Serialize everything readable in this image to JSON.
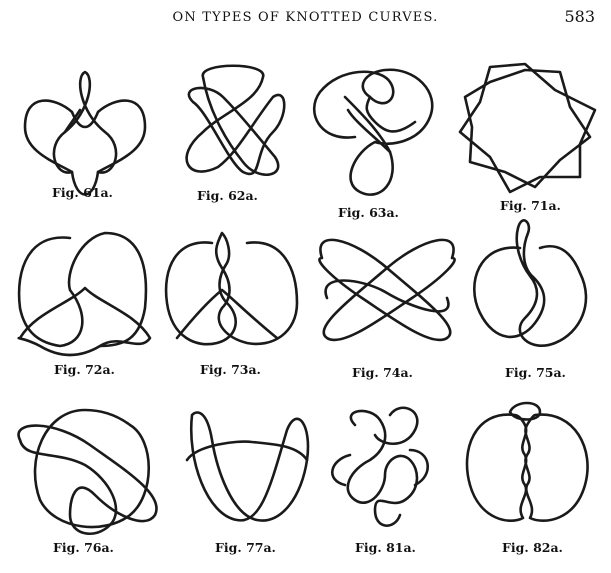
{
  "header": {
    "title": "ON TYPES OF KNOTTED CURVES.",
    "page_number": "583"
  },
  "figures": [
    {
      "label": "Fig. 61a."
    },
    {
      "label": "Fig. 62a."
    },
    {
      "label": "Fig. 63a."
    },
    {
      "label": "Fig. 71a."
    },
    {
      "label": "Fig. 72a."
    },
    {
      "label": "Fig. 73a."
    },
    {
      "label": "Fig. 74a."
    },
    {
      "label": "Fig. 75a."
    },
    {
      "label": "Fig. 76a."
    },
    {
      "label": "Fig. 77a."
    },
    {
      "label": "Fig. 81a."
    },
    {
      "label": "Fig. 82a."
    }
  ]
}
